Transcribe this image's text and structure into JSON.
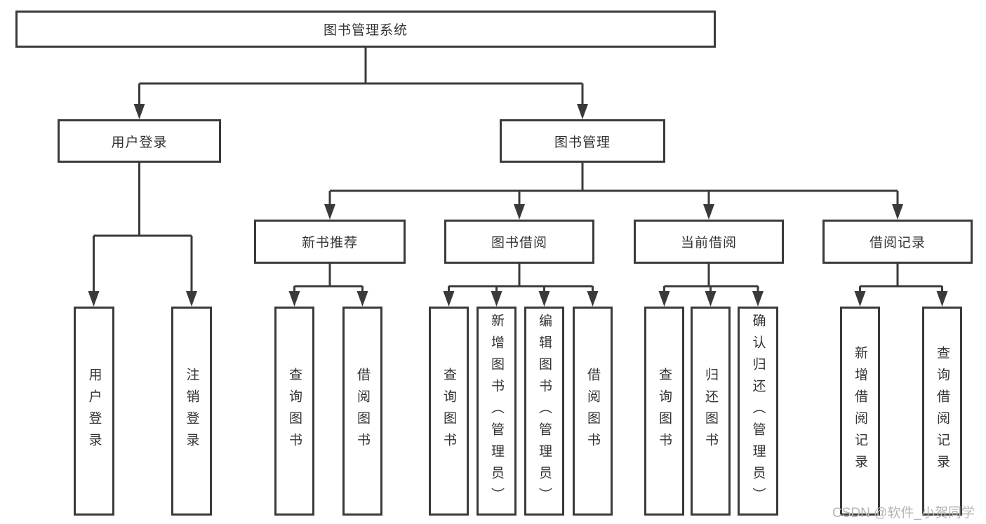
{
  "diagram": {
    "title": "图书管理系统",
    "root": {
      "label": "图书管理系统"
    },
    "level2": [
      {
        "id": "user-login",
        "label": "用户登录"
      },
      {
        "id": "book-management",
        "label": "图书管理"
      }
    ],
    "level3": [
      {
        "id": "new-book-recommend",
        "label": "新书推荐",
        "parent": "book-management"
      },
      {
        "id": "book-borrow",
        "label": "图书借阅",
        "parent": "book-management"
      },
      {
        "id": "current-borrow",
        "label": "当前借阅",
        "parent": "book-management"
      },
      {
        "id": "borrow-records",
        "label": "借阅记录",
        "parent": "book-management"
      }
    ],
    "leaves": [
      {
        "label": "用户登录",
        "parent": "user-login"
      },
      {
        "label": "注销登录",
        "parent": "user-login"
      },
      {
        "label": "查询图书",
        "parent": "new-book-recommend"
      },
      {
        "label": "借阅图书",
        "parent": "new-book-recommend"
      },
      {
        "label": "查询图书",
        "parent": "book-borrow"
      },
      {
        "label": "新增图书（管理员）",
        "parent": "book-borrow"
      },
      {
        "label": "编辑图书（管理员）",
        "parent": "book-borrow"
      },
      {
        "label": "借阅图书",
        "parent": "book-borrow"
      },
      {
        "label": "查询图书",
        "parent": "current-borrow"
      },
      {
        "label": "归还图书",
        "parent": "current-borrow"
      },
      {
        "label": "确认归还（管理员）",
        "parent": "current-borrow"
      },
      {
        "label": "新增借阅记录",
        "parent": "borrow-records"
      },
      {
        "label": "查询借阅记录",
        "parent": "borrow-records"
      }
    ]
  },
  "watermark": {
    "text": "CSDN @软件_小贺同学"
  },
  "colors": {
    "line": "#3a3a3a",
    "box_border": "#3a3a3a",
    "text": "#333333",
    "watermark": "#b5b5b5",
    "background": "#ffffff"
  }
}
